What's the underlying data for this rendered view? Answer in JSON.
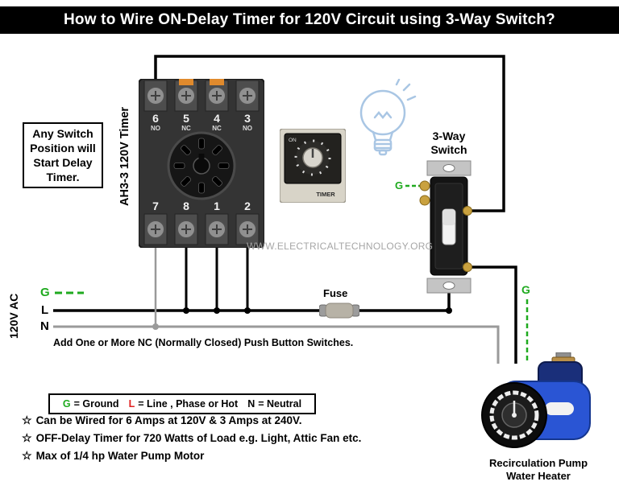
{
  "title": "How to Wire ON-Delay Timer for 120V Circuit using 3-Way Switch?",
  "note_box": "Any Switch Position will Start Delay Timer.",
  "timer_socket_label": "AH3-3 120V Timer",
  "socket": {
    "top_pins": [
      {
        "num": "6",
        "type": "NO"
      },
      {
        "num": "5",
        "type": "NC"
      },
      {
        "num": "4",
        "type": "NC"
      },
      {
        "num": "3",
        "type": "NO"
      }
    ],
    "bottom_pins": [
      "7",
      "8",
      "1",
      "2"
    ]
  },
  "timer_device": {
    "on_label": "ON",
    "label": "TIMER"
  },
  "switch_label": "3-Way Switch",
  "switch_ground_label": "G",
  "watermark": "WWW.ELECTRICALTECHNOLOGY.ORG",
  "supply": {
    "label": "120V AC",
    "ground": "G",
    "line": "L",
    "neutral": "N"
  },
  "fuse_label": "Fuse",
  "pushbutton_note": "Add One or More NC (Normally Closed) Push Button Switches.",
  "legend": {
    "entries": [
      {
        "symbol": "G",
        "text": "= Ground"
      },
      {
        "symbol": "L",
        "text": "= Line , Phase or Hot"
      },
      {
        "symbol": "N",
        "text": "= Neutral"
      }
    ]
  },
  "bullet_icon": "☆",
  "bullets": [
    "Can be Wired for 6 Amps at 120V & 3 Amps at 240V.",
    "OFF-Delay Timer for 720 Watts of Load e.g. Light, Attic Fan etc.",
    "Max of 1/4 hp Water Pump Motor"
  ],
  "pump": {
    "ground_label": "G",
    "caption_line1": "Recirculation Pump",
    "caption_line2": "Water Heater"
  },
  "colors": {
    "ground-green": "#1faa1f",
    "line-red": "#e02020",
    "neutral-gray": "#9a9a9a",
    "wire-black": "#000000",
    "pump-blue": "#2a55d4",
    "bulb-blue": "#a9c6e4"
  }
}
